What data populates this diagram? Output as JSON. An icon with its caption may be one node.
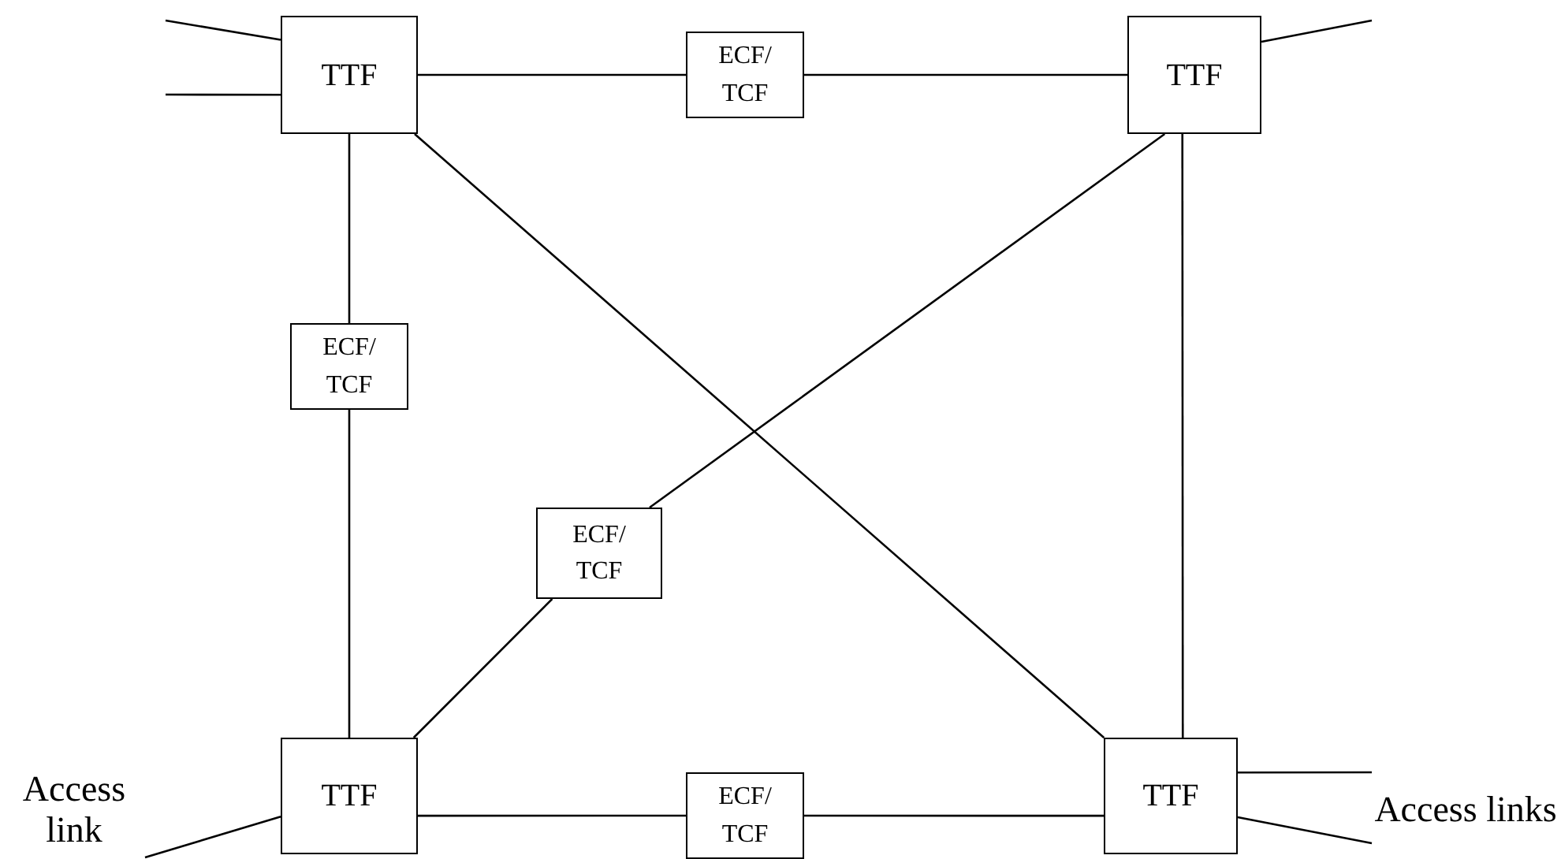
{
  "diagram": {
    "nodes": [
      {
        "text": [
          "TTF"
        ]
      },
      {
        "text": [
          "ECF/ TCF"
        ]
      },
      {
        "text": [
          "TTF"
        ]
      },
      {
        "text": [
          "ECF/ TCF"
        ]
      },
      {
        "text": [
          "ECF/ TCF"
        ]
      },
      {
        "text": [
          "Access link"
        ]
      },
      {
        "text": [
          "TTF"
        ]
      },
      {
        "text": [
          "ECF/ TCF"
        ]
      },
      {
        "text": [
          "TTF"
        ]
      },
      {
        "text": [
          "Access links"
        ]
      }
    ],
    "edges": [
      {
        "from": 0,
        "to": 1,
        "arrow": "none"
      },
      {
        "from": 1,
        "to": 2,
        "arrow": "none"
      },
      {
        "from": 0,
        "to": 3,
        "arrow": "none"
      },
      {
        "from": 3,
        "to": 6,
        "arrow": "none"
      },
      {
        "from": 0,
        "to": 8,
        "arrow": "none"
      },
      {
        "from": 2,
        "to": 4,
        "arrow": "none"
      },
      {
        "from": 4,
        "to": 6,
        "arrow": "none"
      },
      {
        "from": 2,
        "to": 8,
        "arrow": "none"
      },
      {
        "from": 6,
        "to": 7,
        "arrow": "none"
      },
      {
        "from": 7,
        "to": 8,
        "arrow": "none"
      },
      {
        "from": null,
        "to": 0,
        "arrow": "none"
      },
      {
        "from": null,
        "to": 0,
        "arrow": "none"
      },
      {
        "from": 2,
        "to": null,
        "arrow": "none"
      },
      {
        "from": 5,
        "to": 6,
        "arrow": "none"
      },
      {
        "from": 8,
        "to": 9,
        "arrow": "none"
      },
      {
        "from": 8,
        "to": 9,
        "arrow": "none"
      }
    ]
  }
}
